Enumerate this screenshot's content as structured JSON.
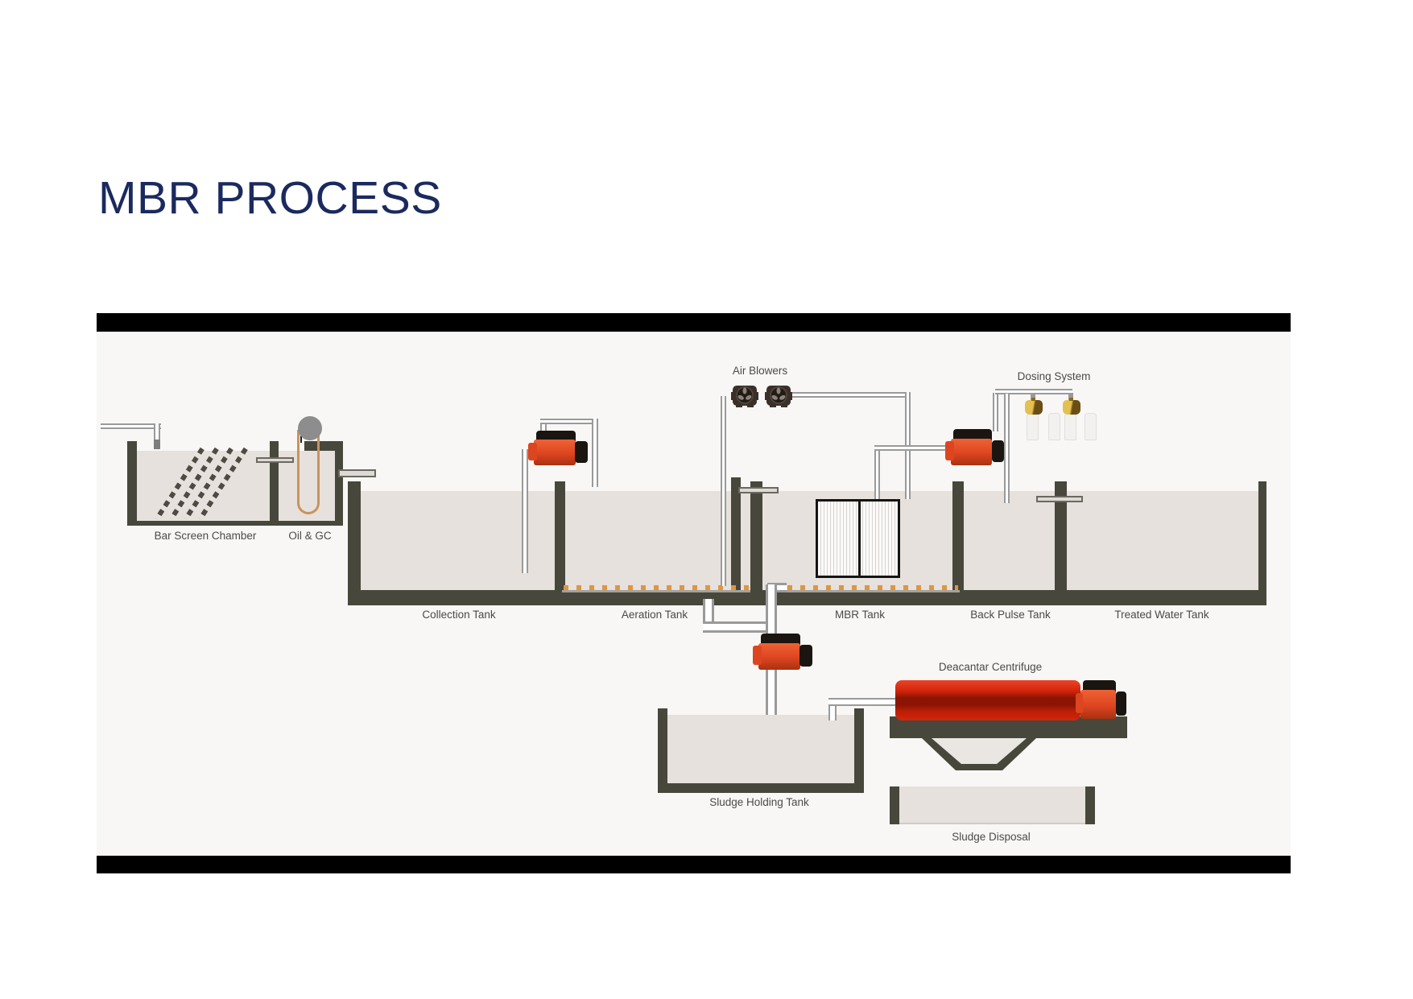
{
  "page": {
    "title": "MBR PROCESS"
  },
  "diagram": {
    "labels": {
      "bar_screen_chamber": "Bar Screen Chamber",
      "oil_gc": "Oil & GC",
      "collection_tank": "Collection Tank",
      "aeration_tank": "Aeration Tank",
      "mbr_tank": "MBR Tank",
      "back_pulse_tank": "Back Pulse Tank",
      "treated_water_tank": "Treated Water Tank",
      "air_blowers": "Air Blowers",
      "dosing_system": "Dosing System",
      "deacantar_centrifuge": "Deacantar Centrifuge",
      "sludge_holding_tank": "Sludge Holding Tank",
      "sludge_disposal": "Sludge Disposal"
    },
    "colors": {
      "title-navy": "#1b2a5e",
      "frame-bg": "#f8f7f5",
      "bar-black": "#000000",
      "wall": "#48473c",
      "water": "#e6e1dc",
      "pipe": "#9a9a9a",
      "pipe-dark": "#6b695f",
      "pump-red": "#dd4520",
      "pump-dark": "#1a1510",
      "centrifuge-red": "#c21f06",
      "centrifuge-band": "#8c1404",
      "diffuser": "#e09540",
      "belt": "#c9935f",
      "gold": "#c79c2d",
      "text": "#4c4a47"
    }
  }
}
